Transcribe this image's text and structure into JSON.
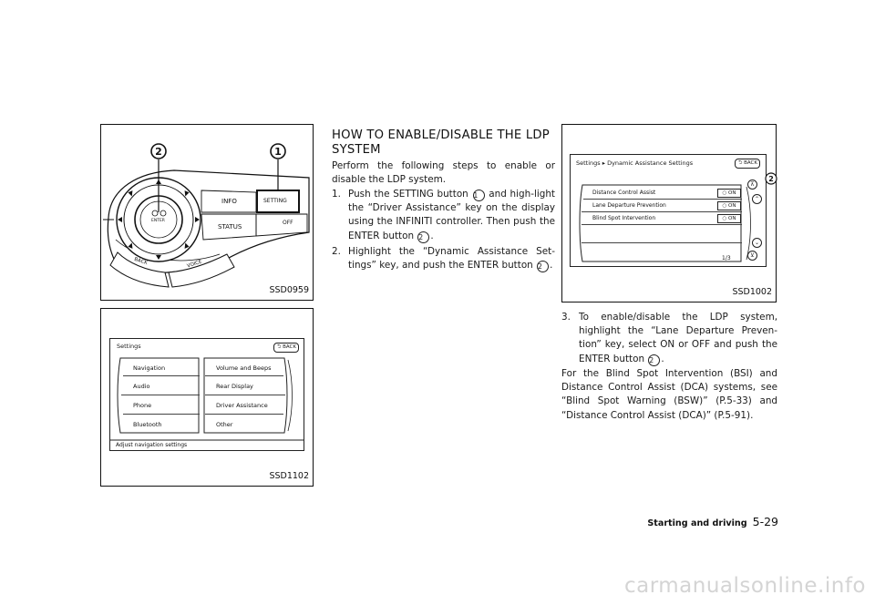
{
  "figure1": {
    "code": "SSD0959",
    "callouts": [
      "2",
      "1"
    ],
    "buttons": {
      "info": "INFO",
      "setting": "SETTING",
      "status": "STATUS",
      "off": "OFF",
      "enter": "ENTER",
      "back": "BACK",
      "voice": "VOICE"
    }
  },
  "figure2": {
    "code": "SSD1102",
    "title": "Settings",
    "back": "BACK",
    "left_items": [
      "Navigation",
      "Audio",
      "Phone",
      "Bluetooth"
    ],
    "right_items": [
      "Volume and Beeps",
      "Rear Display",
      "Driver Assistance",
      "Other"
    ],
    "footer": "Adjust navigation settings"
  },
  "heading": "HOW TO ENABLE/DISABLE THE LDP SYSTEM",
  "intro": "Perform the following steps to enable or disable the LDP system.",
  "step1": {
    "num": "1.",
    "a": "Push the SETTING button",
    "callout": "1",
    "b": "and high-light the “Driver Assistance” key on the display using the INFINITI controller. Then push the ENTER button",
    "callout2": "2",
    "c": "."
  },
  "step2": {
    "num": "2.",
    "a": "Highlight the “Dynamic Assistance Set-tings” key, and push the ENTER button",
    "callout": "2",
    "b": "."
  },
  "figure3": {
    "code": "SSD1002",
    "breadcrumb_a": "Settings",
    "breadcrumb_b": "Dynamic Assistance Settings",
    "back": "BACK",
    "rows": [
      {
        "label": "Distance Control Assist",
        "state": "ON"
      },
      {
        "label": "Lane Departure Prevention",
        "state": "ON"
      },
      {
        "label": "Blind Spot Intervention",
        "state": "ON"
      }
    ],
    "page": "1/3",
    "callout": "2"
  },
  "step3": {
    "num": "3.",
    "a": "To enable/disable the LDP system, highlight the “Lane Departure Preven-tion” key, select ON or OFF and push the ENTER button",
    "callout": "2",
    "b": "."
  },
  "closing": "For the Blind Spot Intervention (BSI) and Distance Control Assist (DCA) systems, see “Blind Spot Warning (BSW)” (P.5-33) and “Distance Control Assist (DCA)” (P.5-91).",
  "footer": {
    "section": "Starting and driving",
    "page": "5-29"
  },
  "watermark": "carmanualsonline.info"
}
